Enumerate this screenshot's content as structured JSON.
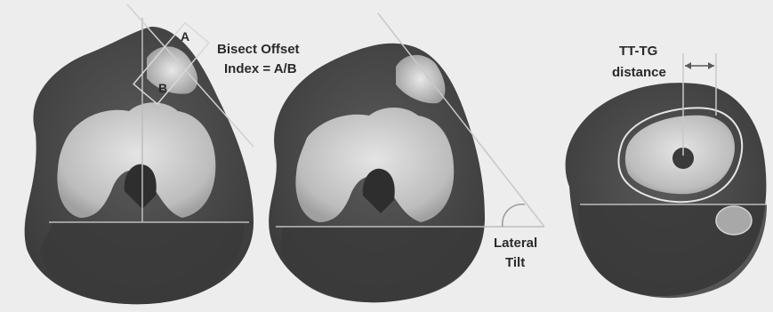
{
  "panels": {
    "left": {
      "label_a": "A",
      "label_b": "B",
      "caption_line1": "Bisect Offset",
      "caption_line2": "Index = A/B"
    },
    "middle": {
      "caption_line1": "Lateral",
      "caption_line2": "Tilt"
    },
    "right": {
      "caption_line1": "TT-TG",
      "caption_line2": "distance"
    }
  },
  "colors": {
    "background": "#ededed",
    "soft_tissue": "#4a4a4a",
    "bone": "#cfcfcf",
    "lines": "#c8c8c8"
  }
}
